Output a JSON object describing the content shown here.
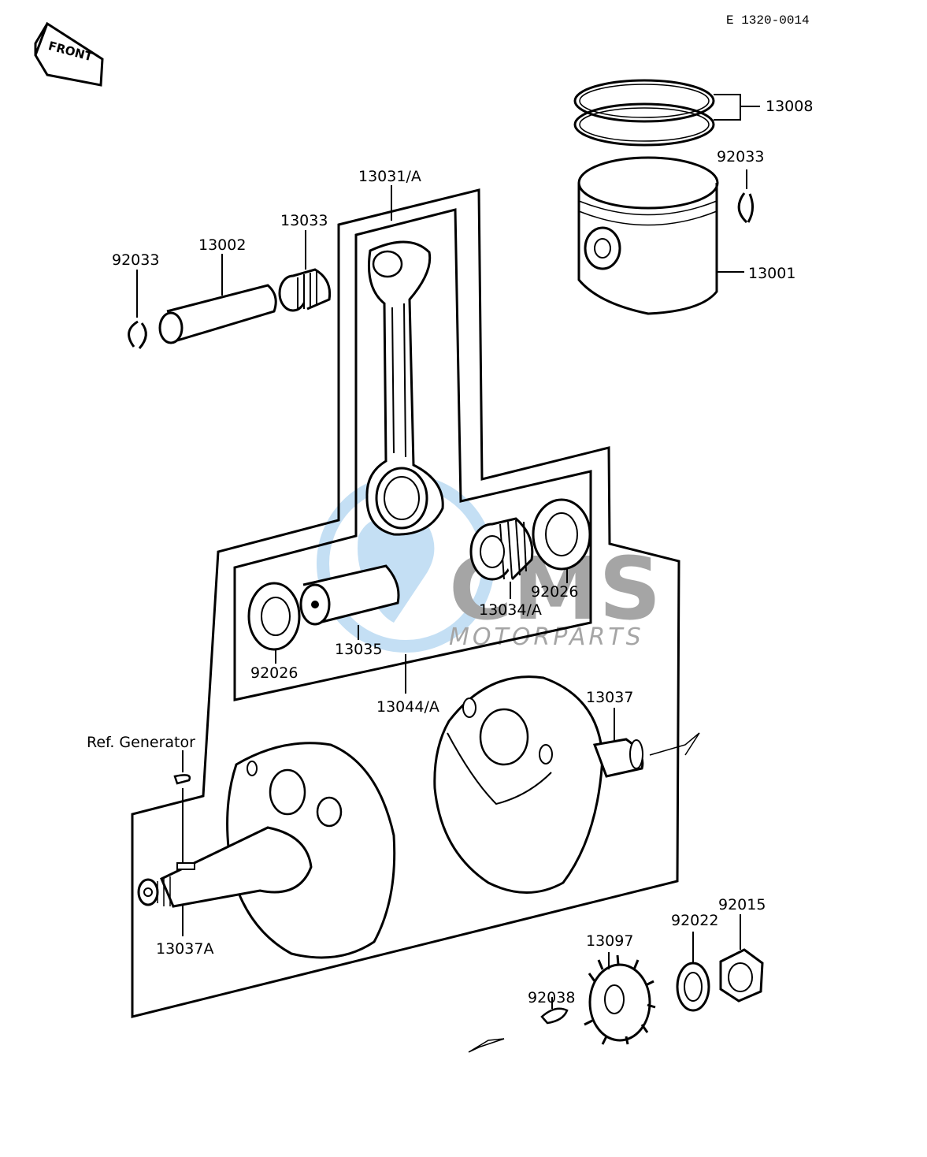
{
  "header": {
    "reference_code": "E 1320-0014",
    "front_label": "FRONT"
  },
  "watermark": {
    "brand": "CMS",
    "sub": "MOTORPARTS",
    "color": "#5aa6e0"
  },
  "callouts": [
    {
      "id": "13008",
      "text": "13008"
    },
    {
      "id": "92033a",
      "text": "92033"
    },
    {
      "id": "13001",
      "text": "13001"
    },
    {
      "id": "13031",
      "text": "13031/A"
    },
    {
      "id": "13033",
      "text": "13033"
    },
    {
      "id": "13002",
      "text": "13002"
    },
    {
      "id": "92033b",
      "text": "92033"
    },
    {
      "id": "13034",
      "text": "13034/A"
    },
    {
      "id": "92026a",
      "text": "92026"
    },
    {
      "id": "13035",
      "text": "13035"
    },
    {
      "id": "92026b",
      "text": "92026"
    },
    {
      "id": "13044",
      "text": "13044/A"
    },
    {
      "id": "13037",
      "text": "13037"
    },
    {
      "id": "refgen",
      "text": "Ref. Generator"
    },
    {
      "id": "13037A",
      "text": "13037A"
    },
    {
      "id": "92015",
      "text": "92015"
    },
    {
      "id": "92022",
      "text": "92022"
    },
    {
      "id": "13097",
      "text": "13097"
    },
    {
      "id": "92038",
      "text": "92038"
    }
  ]
}
